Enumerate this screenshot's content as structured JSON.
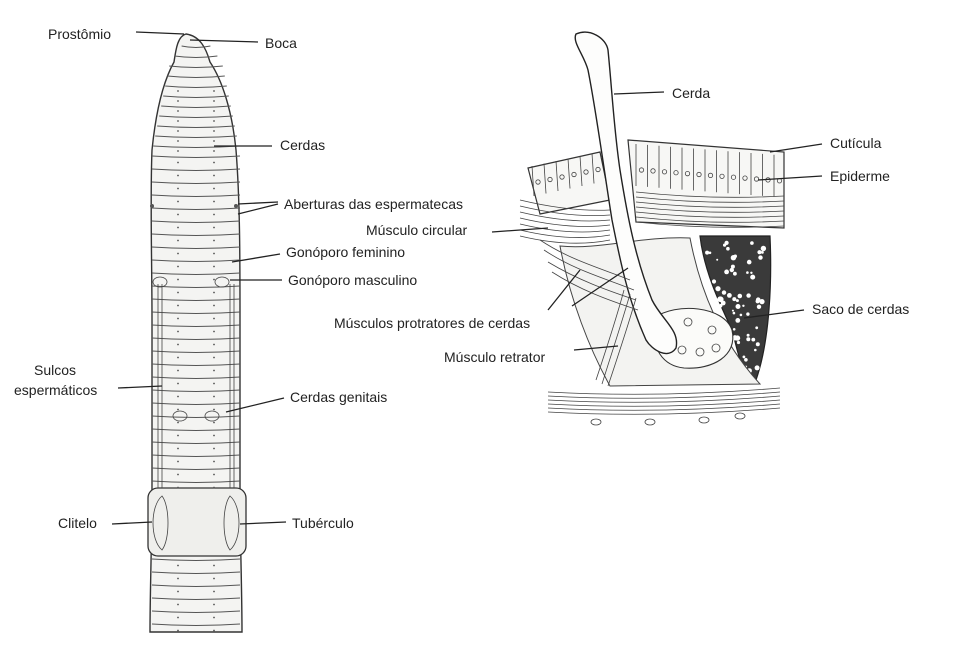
{
  "left_figure": {
    "labels": {
      "prostomio": "Prostômio",
      "boca": "Boca",
      "cerdas": "Cerdas",
      "aberturas": "Aberturas das espermatecas",
      "gonoporo_feminino": "Gonóporo feminino",
      "gonoporo_masculino": "Gonóporo masculino",
      "sulcos_line1": "Sulcos",
      "sulcos_line2": "espermáticos",
      "cerdas_genitais": "Cerdas genitais",
      "clitelo": "Clitelo",
      "tuberculo": "Tubérculo"
    }
  },
  "right_figure": {
    "labels": {
      "cerda": "Cerda",
      "cuticula": "Cutícula",
      "epiderme": "Epiderme",
      "musculo_circular": "Músculo circular",
      "saco_de_cerdas": "Saco de cerdas",
      "musculos_protratores": "Músculos protratores de cerdas",
      "musculo_retrator": "Músculo retrator"
    }
  },
  "colors": {
    "ink": "#222222",
    "body_fill": "#f4f4f2",
    "background": "#ffffff"
  }
}
